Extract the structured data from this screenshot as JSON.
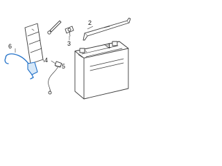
{
  "callouts": [
    "1",
    "2",
    "3",
    "4",
    "5",
    "6"
  ],
  "colors": {
    "line": "#3a3a3a",
    "highlight": "#1f6fc7",
    "highlight_fill": "#d7e8f8",
    "background": "#ffffff"
  },
  "parts": [
    "battery",
    "hold-down-bracket",
    "battery-cable-bolt",
    "battery-cover",
    "ground-cable",
    "positive-cable"
  ]
}
